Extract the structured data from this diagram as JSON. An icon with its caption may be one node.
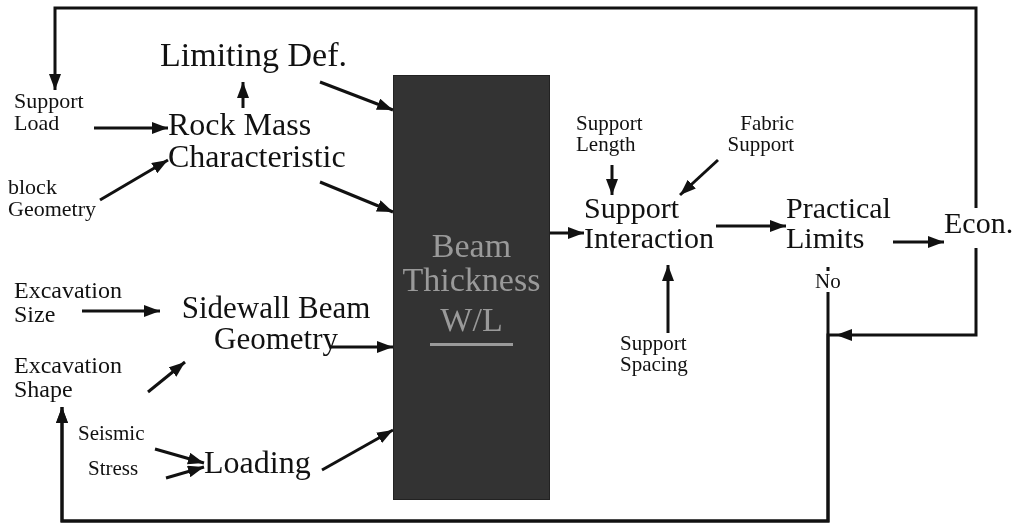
{
  "diagram": {
    "nodes": [
      {
        "text": [
          "Limiting Def."
        ]
      },
      {
        "text": [
          "Support Load"
        ]
      },
      {
        "text": [
          "Rock Mass Characteristic"
        ]
      },
      {
        "text": [
          "block Geometry"
        ]
      },
      {
        "text": [
          "Beam Thickness",
          "W/L"
        ]
      },
      {
        "text": [
          "Support Length"
        ]
      },
      {
        "text": [
          "Fabric Support"
        ]
      },
      {
        "text": [
          "Support Interaction"
        ]
      },
      {
        "text": [
          "Practical Limits"
        ]
      },
      {
        "text": [
          "Econ."
        ]
      },
      {
        "text": [
          "Excavation Size"
        ]
      },
      {
        "text": [
          "Sidewall Beam Geometry"
        ]
      },
      {
        "text": [
          "Excavation Shape"
        ]
      },
      {
        "text": [
          "Seismic"
        ]
      },
      {
        "text": [
          "Stress"
        ]
      },
      {
        "text": [
          "Loading"
        ]
      },
      {
        "text": [
          "Support Spacing"
        ]
      }
    ],
    "edges": [
      {
        "from": 2,
        "to": 0,
        "arrow": "to"
      },
      {
        "from": 1,
        "to": 2,
        "arrow": "to"
      },
      {
        "from": 3,
        "to": 2,
        "arrow": "to"
      },
      {
        "from": 0,
        "to": 4,
        "arrow": "to"
      },
      {
        "from": 2,
        "to": 4,
        "arrow": "to"
      },
      {
        "from": 10,
        "to": 11,
        "arrow": "to"
      },
      {
        "from": 12,
        "to": 11,
        "arrow": "to"
      },
      {
        "from": 11,
        "to": 4,
        "arrow": "to"
      },
      {
        "from": 13,
        "to": 15,
        "arrow": "to"
      },
      {
        "from": 14,
        "to": 15,
        "arrow": "to"
      },
      {
        "from": 15,
        "to": 4,
        "arrow": "to"
      },
      {
        "from": 4,
        "to": 7,
        "arrow": "to"
      },
      {
        "from": 5,
        "to": 7,
        "arrow": "to"
      },
      {
        "from": 6,
        "to": 7,
        "arrow": "to"
      },
      {
        "from": 16,
        "to": 7,
        "arrow": "to"
      },
      {
        "from": 7,
        "to": 8,
        "arrow": "to"
      },
      {
        "from": 8,
        "to": 9,
        "arrow": "to"
      },
      {
        "from": 9,
        "to": 1,
        "arrow": "to"
      },
      {
        "from": 8,
        "to": 12,
        "arrow": "to",
        "label": "No"
      },
      {
        "from": 9,
        "to": 12,
        "arrow": "to"
      }
    ]
  }
}
